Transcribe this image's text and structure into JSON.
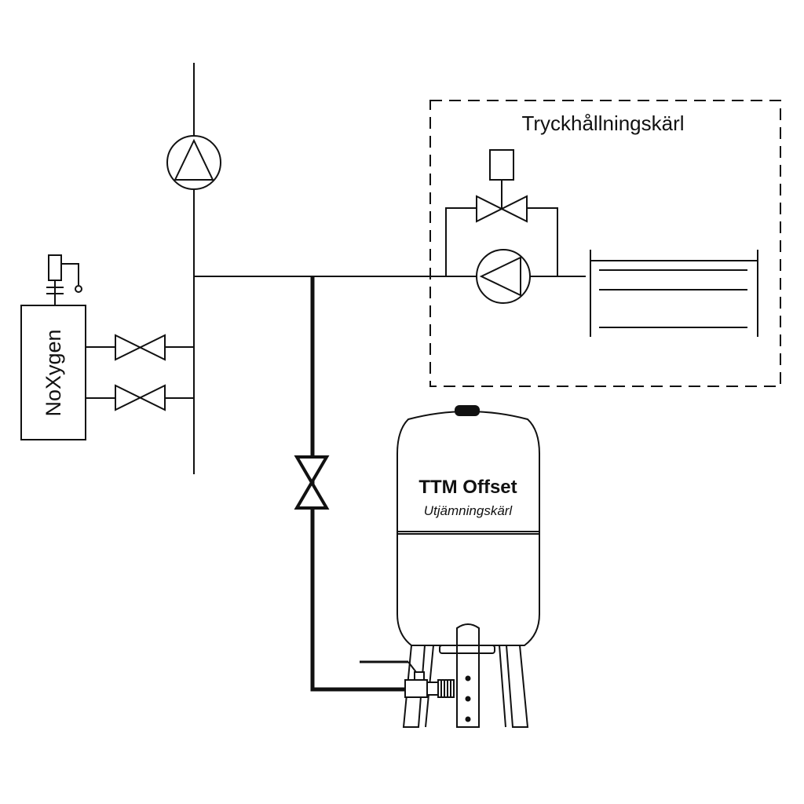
{
  "labels": {
    "pressure_unit": "Tryckhållningskärl",
    "degasser": "NoXygen",
    "vessel_name": "TTM Offset",
    "vessel_type": "Utjämningskärl"
  },
  "colors": {
    "line": "#111111",
    "background": "#ffffff"
  }
}
